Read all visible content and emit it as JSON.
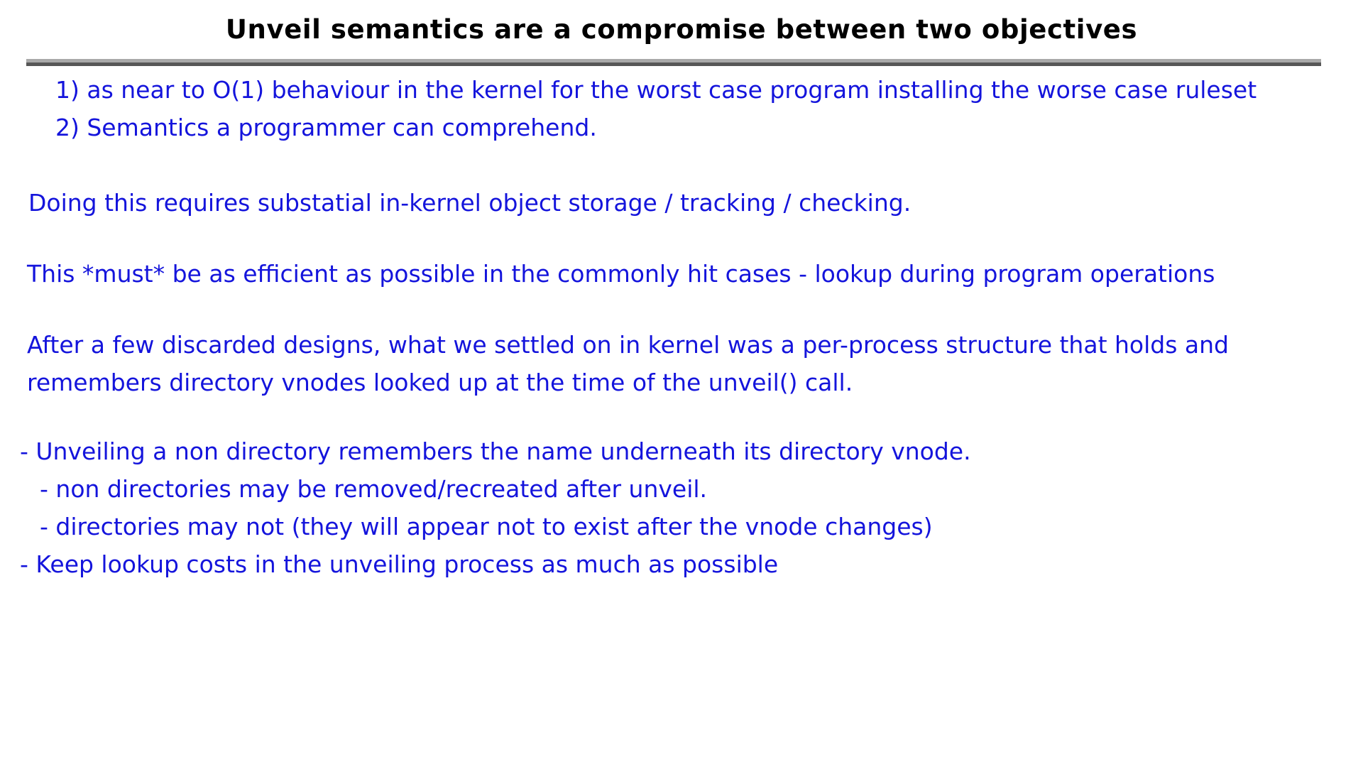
{
  "slide": {
    "title": "Unveil semantics are a compromise between two objectives",
    "title_color": "#000000",
    "body_color": "#1414DC",
    "background_color": "#FFFFFF",
    "divider": {
      "top_color": "#A9A9A9",
      "bottom_color": "#575757"
    },
    "body": {
      "objective_1": "1) as near to O(1) behaviour in the kernel for the worst case program installing the worse case ruleset",
      "objective_2": "2) Semantics a programmer can comprehend.",
      "paragraph_storage": "Doing this requires substatial in-kernel object storage / tracking / checking.",
      "paragraph_efficiency": "This *must* be as efficient as possible in the commonly hit cases - lookup during program operations",
      "paragraph_design": "After a few discarded designs, what we settled on in kernel was a per-process structure that holds and remembers directory vnodes looked up at the time of the unveil() call.",
      "bullet_1": "- Unveiling a non directory remembers the name underneath its directory vnode.",
      "bullet_1a": "- non directories may be removed/recreated after unveil.",
      "bullet_1b": "- directories may not (they will appear not to exist after the vnode changes)",
      "bullet_2": "- Keep lookup costs in the unveiling process as much as possible"
    }
  }
}
